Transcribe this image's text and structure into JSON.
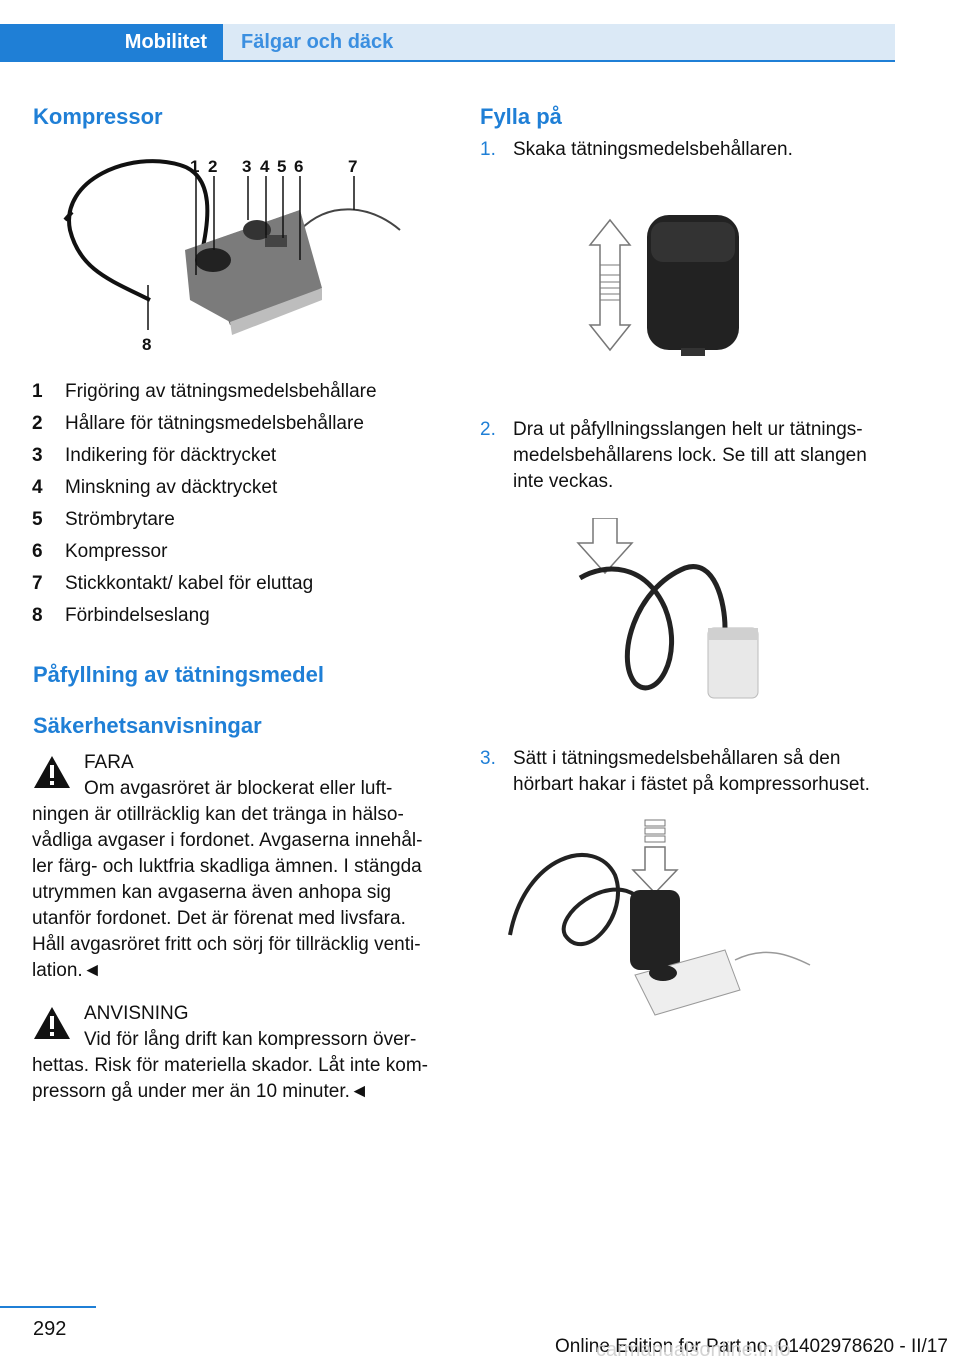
{
  "header": {
    "tab_active": "Mobilitet",
    "tab_inactive": "Fälgar och däck"
  },
  "left": {
    "heading": "Kompressor",
    "figure_labels": [
      "1",
      "2",
      "3",
      "4",
      "5",
      "6",
      "7",
      "8"
    ],
    "items": [
      {
        "n": "1",
        "t": "Frigöring av tätningsmedelsbehållare"
      },
      {
        "n": "2",
        "t": "Hållare för tätningsmedelsbehållare"
      },
      {
        "n": "3",
        "t": "Indikering för däcktrycket"
      },
      {
        "n": "4",
        "t": "Minskning av däcktrycket"
      },
      {
        "n": "5",
        "t": "Strömbrytare"
      },
      {
        "n": "6",
        "t": "Kompressor"
      },
      {
        "n": "7",
        "t": "Stickkontakt/ kabel för eluttag"
      },
      {
        "n": "8",
        "t": "Förbindelseslang"
      }
    ],
    "section_title": "Påfyllning av tätningsmedel",
    "subsection_title": "Säkerhetsanvisningar",
    "warning1": {
      "title": "FARA",
      "lines": [
        "Om avgasröret är blockerat eller luft-",
        "ningen är otillräcklig kan det tränga in hälso-",
        "vådliga avgaser i fordonet. Avgaserna innehål-",
        "ler färg- och luktfria skadliga ämnen. I stängda",
        "utrymmen kan avgaserna även anhopa sig",
        "utanför fordonet. Det är förenat med livsfara.",
        "Håll avgasröret fritt och sörj för tillräcklig venti-",
        "lation.◄"
      ]
    },
    "warning2": {
      "title": "ANVISNING",
      "lines": [
        "Vid för lång drift kan kompressorn över-",
        "hettas. Risk för materiella skador. Låt inte kom-",
        "pressorn gå under mer än 10 minuter.◄"
      ]
    }
  },
  "right": {
    "heading": "Fylla på",
    "step1": {
      "num": "1.",
      "lines": [
        "Skaka tätningsmedelsbehållaren."
      ]
    },
    "step2": {
      "num": "2.",
      "lines": [
        "Dra ut påfyllningsslangen helt ur tätnings-",
        "medelsbehållarens lock. Se till att slangen",
        "inte veckas."
      ]
    },
    "step3": {
      "num": "3.",
      "lines": [
        "Sätt i tätningsmedelsbehållaren så den",
        "hörbart hakar i fästet på kompressorhuset."
      ]
    }
  },
  "footer": {
    "page": "292",
    "edition": "Online Edition for Part no. 01402978620 - II/17",
    "watermark": "carmanualsonline.info"
  },
  "colors": {
    "accent": "#1f7fd6",
    "tab_inactive_bg": "#dbe9f6"
  }
}
